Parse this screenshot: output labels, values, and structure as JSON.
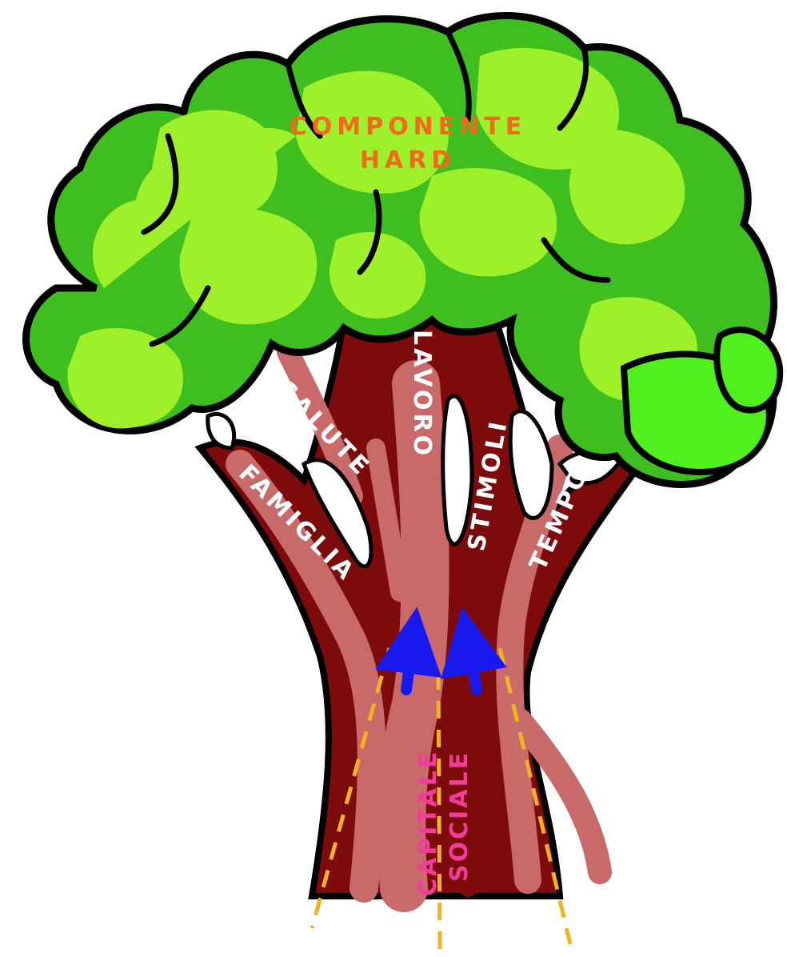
{
  "diagram": {
    "crown_title_line1": "COMPONENTE",
    "crown_title_line2": "HARD",
    "branches": {
      "salute": "SALUTE",
      "lavoro": "LAVORO",
      "famiglia": "FAMIGLIA",
      "stimoli": "STIMOLI",
      "tempo": "TEMPO"
    },
    "trunk_line1": "CAPITALE",
    "trunk_line2": "SOCIALE"
  },
  "colors": {
    "crown_title": "#f26a1b",
    "branch_labels": "#ffffff",
    "trunk_labels": "#f03c9a",
    "arrows": "#1a1aee",
    "dashed_lines": "#f0b323",
    "leaf_dark": "#3fbf1f",
    "leaf_light": "#9df02a",
    "trunk_dark": "#7e0b0b",
    "trunk_light": "#c96a6a"
  }
}
